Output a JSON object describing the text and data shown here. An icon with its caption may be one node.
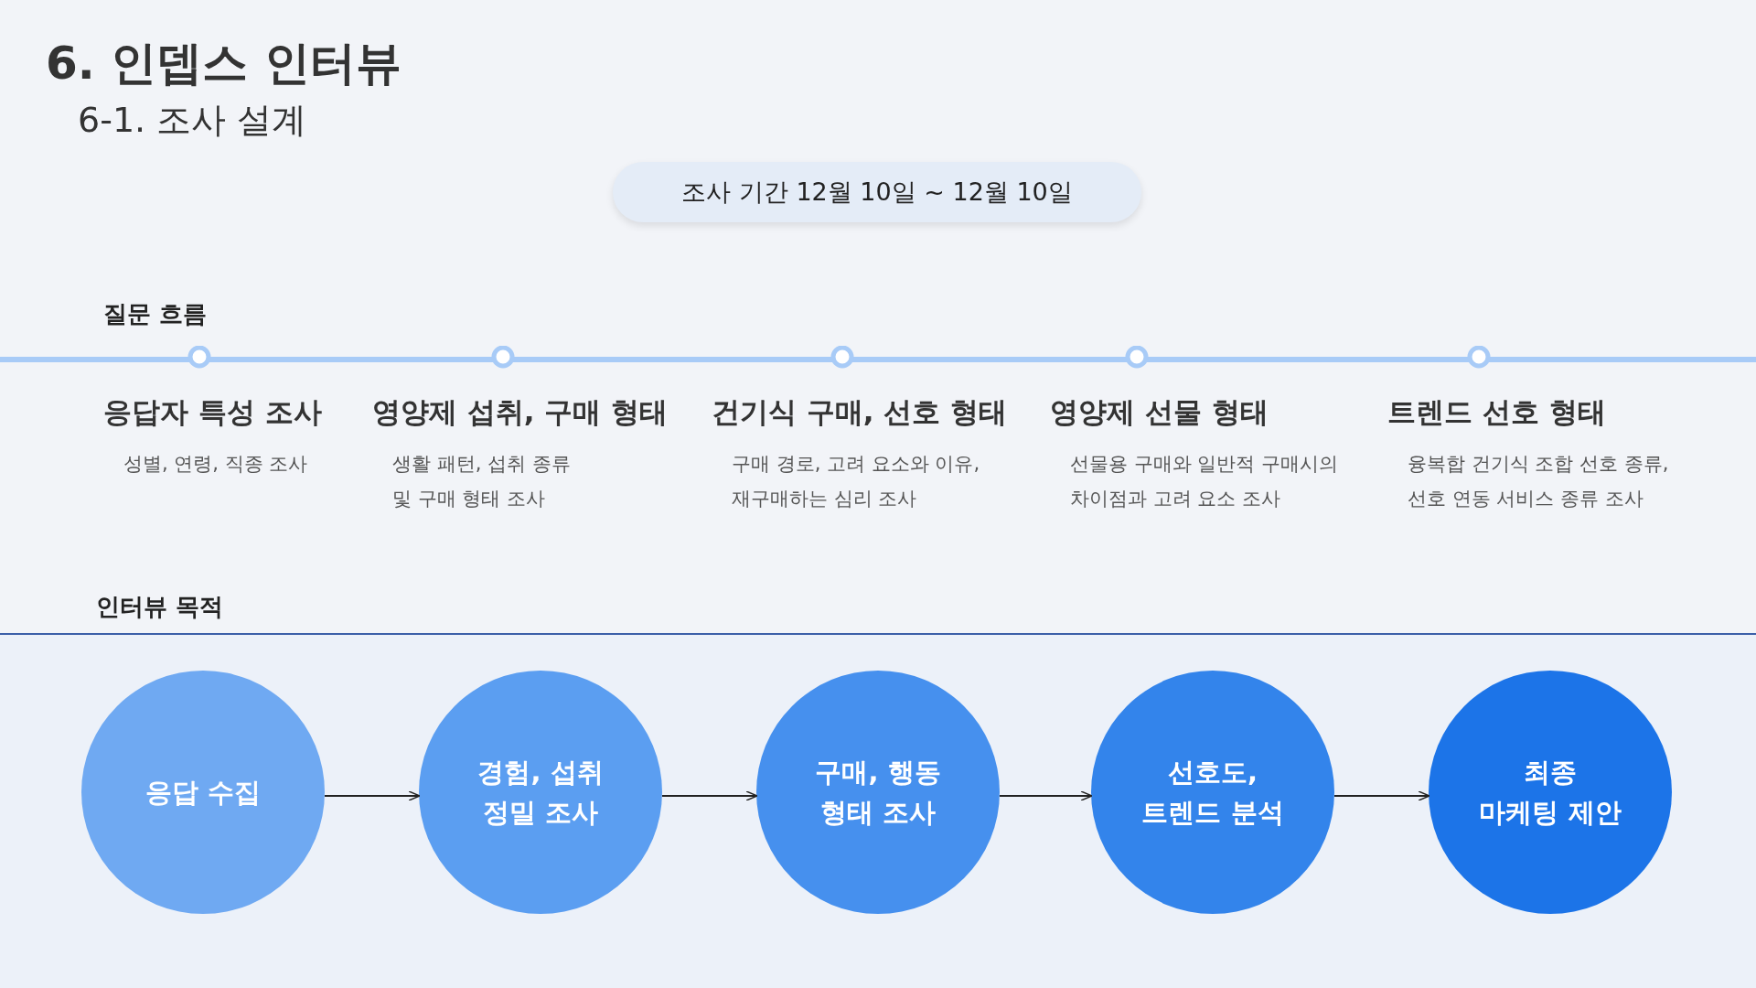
{
  "diagram": {
    "title": "6. 인뎁스 인터뷰",
    "nodes": [
      {
        "text": [
          "조사 기간 12월 10일 ~ 12월 10일"
        ]
      },
      {
        "text": [
          "응답자 특성 조사",
          "성별, 연령, 직종 조사"
        ]
      },
      {
        "text": [
          "영양제 섭취, 구매 형태",
          "생활 패턴, 섭취 종류 및 구매 형태 조사"
        ]
      },
      {
        "text": [
          "건기식 구매, 선호 형태",
          "구매 경로, 고려 요소와 이유, 재구매하는 심리 조사"
        ]
      },
      {
        "text": [
          "영양제 선물 형태",
          "선물용 구매와 일반적 구매시의 차이점과 고려 요소 조사"
        ]
      },
      {
        "text": [
          "트렌드 선호 형태",
          "융복합 건기식 조합 선호 종류, 선호 연동 서비스 종류 조사"
        ]
      },
      {
        "text": [
          "응답 수집"
        ]
      },
      {
        "text": [
          "경험, 섭취 정밀 조사"
        ]
      },
      {
        "text": [
          "구매, 행동 형태 조사"
        ]
      },
      {
        "text": [
          "선호도, 트렌드 분석"
        ]
      },
      {
        "text": [
          "최종 마케팅 제안"
        ]
      }
    ],
    "edges": [
      {
        "from": 6,
        "to": 7,
        "arrow": "to"
      },
      {
        "from": 7,
        "to": 8,
        "arrow": "to"
      },
      {
        "from": 8,
        "to": 9,
        "arrow": "to"
      },
      {
        "from": 9,
        "to": 10,
        "arrow": "to"
      }
    ],
    "labels": [
      "6-1. 조사 설계",
      "질문 흐름",
      "인터뷰 목적"
    ]
  }
}
